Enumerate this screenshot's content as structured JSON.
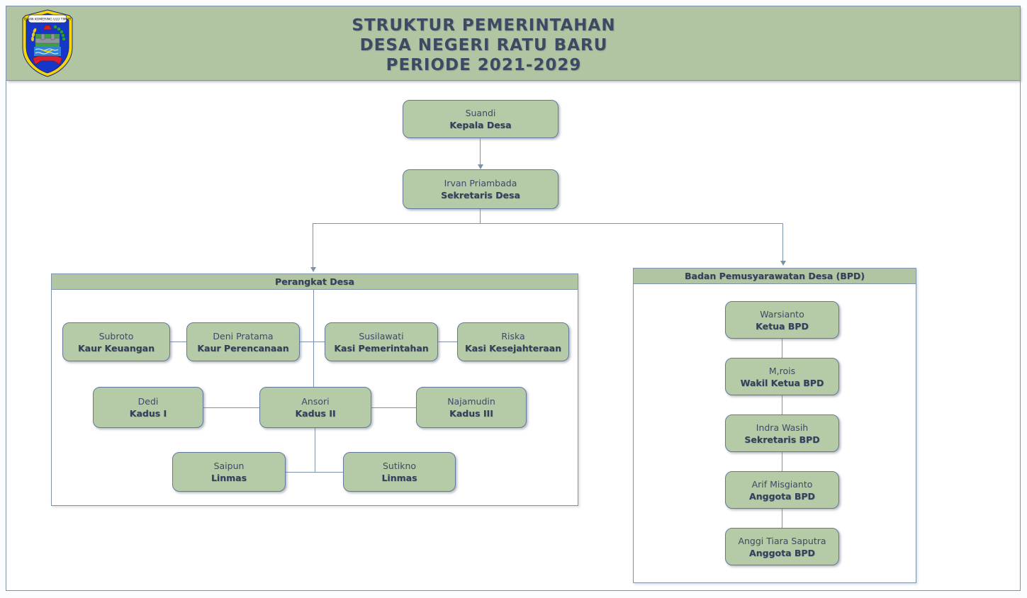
{
  "page": {
    "title_lines": [
      "STRUKTUR PEMERINTAHAN",
      "DESA NEGERI RATU BARU",
      "PERIODE 2021-2029"
    ]
  },
  "logo": {
    "icon": "regency-seal-icon",
    "banner_text": "OGAN KOMERING ULU TIMUR"
  },
  "colors": {
    "header_green": "#b2c5a3",
    "node_green": "#b5caa6",
    "node_border": "#64789b",
    "frame_border": "#7d92ab",
    "text": "#3c4a66"
  },
  "chart": {
    "kepala_desa": {
      "name": "Suandi",
      "role": "Kepala Desa"
    },
    "sekretaris_desa": {
      "name": "Irvan Priambada",
      "role": "Sekretaris Desa"
    },
    "perangkat": {
      "header": "Perangkat Desa",
      "members": [
        {
          "name": "Subroto",
          "role": "Kaur Keuangan"
        },
        {
          "name": "Deni Pratama",
          "role": "Kaur Perencanaan"
        },
        {
          "name": "Susilawati",
          "role": "Kasi Pemerintahan"
        },
        {
          "name": "Riska",
          "role": "Kasi Kesejahteraan"
        },
        {
          "name": "Dedi",
          "role": "Kadus I"
        },
        {
          "name": "Ansori",
          "role": "Kadus II"
        },
        {
          "name": "Najamudin",
          "role": "Kadus III"
        },
        {
          "name": "Saipun",
          "role": "Linmas"
        },
        {
          "name": "Sutikno",
          "role": "Linmas"
        }
      ]
    },
    "bpd": {
      "header": "Badan Pemusyarawatan Desa (BPD)",
      "members": [
        {
          "name": "Warsianto",
          "role": "Ketua BPD"
        },
        {
          "name": "M,rois",
          "role": "Wakil Ketua BPD"
        },
        {
          "name": "Indra Wasih",
          "role": "Sekretaris BPD"
        },
        {
          "name": "Arif Misgianto",
          "role": "Anggota BPD"
        },
        {
          "name": "Anggi Tiara Saputra",
          "role": "Anggota BPD"
        }
      ]
    }
  }
}
